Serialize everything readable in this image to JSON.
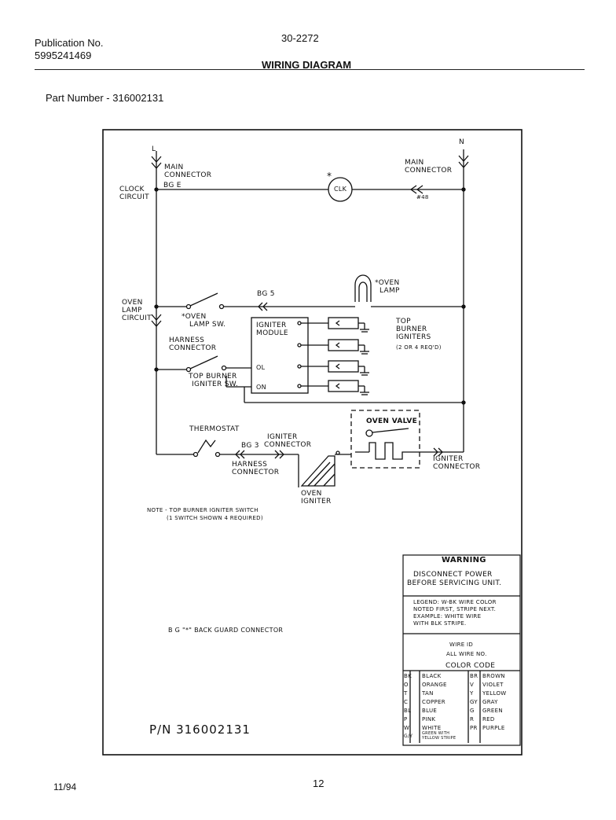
{
  "header": {
    "publication_label": "Publication No.",
    "publication_number": "5995241469",
    "doc_code": "30-2272",
    "title": "WIRING DIAGRAM",
    "part_number": "Part Number - 316002131"
  },
  "footer": {
    "date": "11/94",
    "page": "12"
  },
  "diagram": {
    "L": "L",
    "N": "N",
    "main_conn_left": [
      "MAIN",
      "CONNECTOR"
    ],
    "bg_e": "BG E",
    "clock_circuit": [
      "CLOCK",
      "CIRCUIT"
    ],
    "main_conn_right": [
      "MAIN",
      "CONNECTOR"
    ],
    "clk": "CLK",
    "clk_star": "*",
    "small_mark": "#48",
    "bg5": "BG 5",
    "oven_lamp": [
      "*OVEN",
      "LAMP"
    ],
    "oven_lamp_circuit": [
      "OVEN",
      "LAMP",
      "CIRCUIT"
    ],
    "oven_lamp_sw": [
      "*OVEN",
      "LAMP SW."
    ],
    "harness_conn1": [
      "HARNESS",
      "CONNECTOR"
    ],
    "igniter_module": [
      "IGNITER",
      "MODULE"
    ],
    "module_ol": "OL",
    "module_on": "ON",
    "top_burner_igniters": [
      "TOP",
      "BURNER",
      "IGNITERS",
      "(2 OR 4 REQ'D)"
    ],
    "top_burner_sw": [
      "TOP BURNER",
      "IGNITER SW."
    ],
    "thermostat": "THERMOSTAT",
    "bg3": "BG 3",
    "igniter_conn1": [
      "IGNITER",
      "CONNECTOR"
    ],
    "harness_conn2": [
      "HARNESS",
      "CONNECTOR"
    ],
    "oven_valve": "OVEN VALVE",
    "igniter_conn2": [
      "IGNITER",
      "CONNECTOR"
    ],
    "oven_igniter": [
      "OVEN",
      "IGNITER"
    ],
    "note": [
      "NOTE - TOP BURNER IGNITER SWITCH",
      "(1 SWITCH SHOWN 4 REQUIRED)"
    ],
    "bg_note": "B G  \"*\" BACK GUARD CONNECTOR",
    "pn": "P/N 316002131"
  },
  "warning_box": {
    "title": "WARNING",
    "lines": [
      "DISCONNECT POWER",
      "BEFORE SERVICING UNIT."
    ],
    "legend": [
      "LEGEND: W-BK WIRE COLOR",
      "NOTED FIRST, STRIPE NEXT.",
      "EXAMPLE: WHITE WIRE",
      "WITH BLK STRIPE."
    ],
    "wire_id": [
      "WIRE ID",
      "ALL WIRE NO."
    ],
    "color_code_title": "COLOR CODE",
    "colors": [
      [
        "BK",
        "BLACK",
        "BR",
        "BROWN"
      ],
      [
        "O",
        "ORANGE",
        "V",
        "VIOLET"
      ],
      [
        "T",
        "TAN",
        "Y",
        "YELLOW"
      ],
      [
        "C",
        "COPPER",
        "GY",
        "GRAY"
      ],
      [
        "BL",
        "BLUE",
        "G",
        "GREEN"
      ],
      [
        "P",
        "PINK",
        "R",
        "RED"
      ],
      [
        "W",
        "WHITE",
        "PR",
        "PURPLE"
      ],
      [
        "G/Y",
        "GREEN WITH YELLOW STRIPE",
        "",
        ""
      ]
    ]
  }
}
